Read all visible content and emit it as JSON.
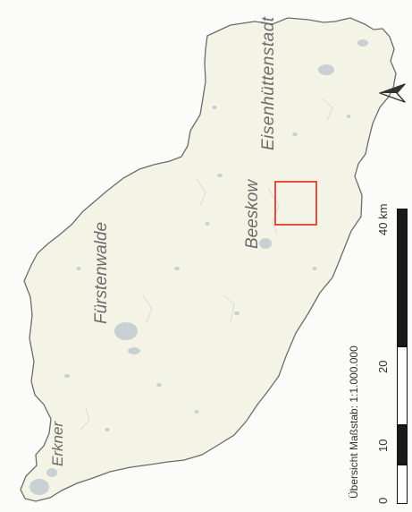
{
  "places": {
    "eisenhuettenstadt": "Eisenhüttenstadt",
    "beeskow": "Beeskow",
    "fuerstenwalde": "Fürstenwalde",
    "erkner": "Erkner"
  },
  "scale": {
    "caption": "Übersicht Maßstab: 1:1.000.000",
    "ticks": [
      "0",
      "10",
      "20",
      "40 km"
    ]
  },
  "colors": {
    "land": "#f4f4e6",
    "border": "#6b6b6b",
    "settlement": "#c9d0d4",
    "highlight": "#e23b2e",
    "background": "#fbfbfa"
  },
  "icons": {
    "north_arrow": "north-arrow-icon"
  }
}
